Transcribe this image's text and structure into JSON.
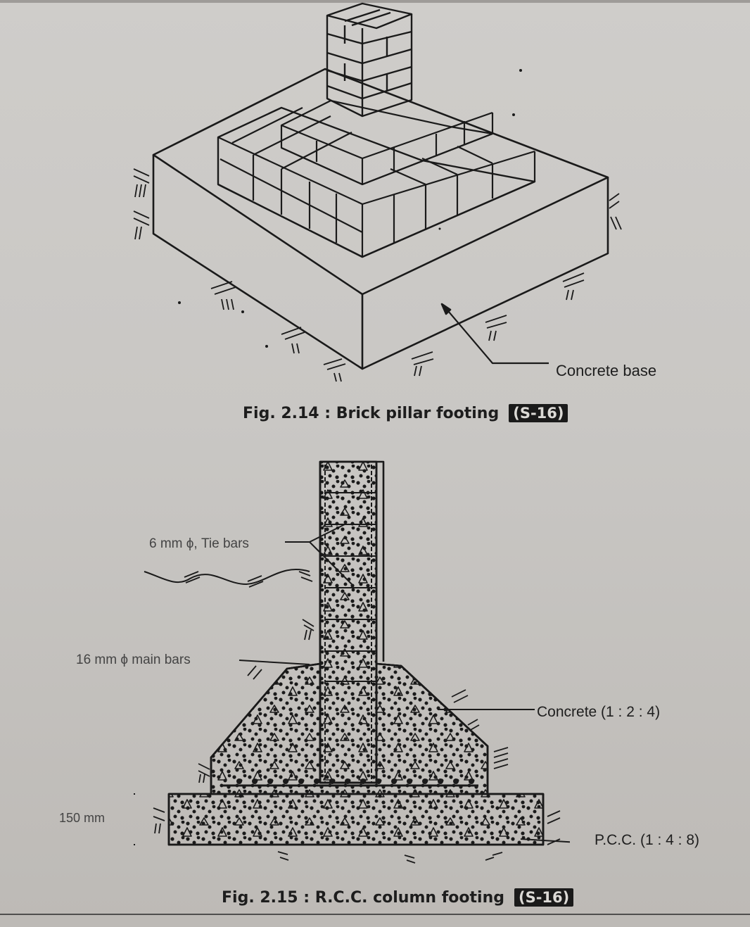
{
  "page": {
    "background_color": "#cbc9c6",
    "ink_color": "#1a1a1a"
  },
  "figure_1": {
    "number": "Fig. 2.14",
    "caption": "Fig. 2.14 : Brick pillar footing",
    "badge": "(S-16)",
    "labels": {
      "concrete_base": "Concrete base"
    },
    "parts": [
      "brick pillar",
      "stepped brick footing",
      "concrete base",
      "soil hatching"
    ]
  },
  "figure_2": {
    "number": "Fig. 2.15",
    "caption": "Fig. 2.15 : R.C.C. column footing",
    "badge": "(S-16)",
    "labels": {
      "tie_bars": "6 mm ϕ, Tie bars",
      "main_bars": "16 mm ϕ main bars",
      "concrete": "Concrete (1 : 2 : 4)",
      "pcc": "P.C.C. (1 : 4 : 8)",
      "dimension": "150 mm"
    },
    "parts": [
      "R.C.C. column",
      "tapered concrete footing",
      "reinforcement bars",
      "P.C.C. bed",
      "soil hatching"
    ]
  }
}
